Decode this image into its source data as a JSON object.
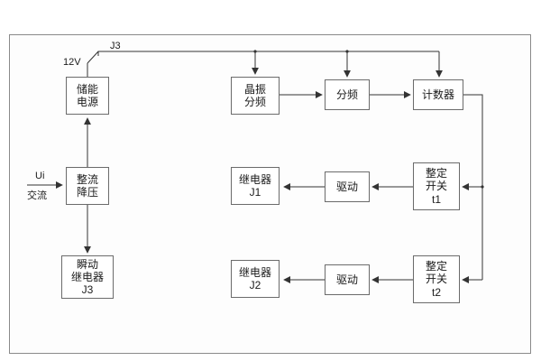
{
  "diagram": {
    "annotations": {
      "switch": "J3",
      "voltage": "12V",
      "input_signal": "Ui",
      "input_type": "交流"
    },
    "boxes": {
      "storage_power": {
        "lines": [
          "储能",
          "电源"
        ]
      },
      "rectifier": {
        "lines": [
          "整流",
          "降压"
        ]
      },
      "instant_relay": {
        "lines": [
          "瞬动",
          "继电器",
          "J3"
        ]
      },
      "crystal_divider": {
        "lines": [
          "晶振",
          "分频"
        ]
      },
      "divider": {
        "lines": [
          "分频"
        ]
      },
      "counter": {
        "lines": [
          "计数器"
        ]
      },
      "relay_j1": {
        "lines": [
          "继电器",
          "J1"
        ]
      },
      "drive_1": {
        "lines": [
          "驱动"
        ]
      },
      "setting_switch_t1": {
        "lines": [
          "整定",
          "开关",
          "t1"
        ]
      },
      "relay_j2": {
        "lines": [
          "继电器",
          "J2"
        ]
      },
      "drive_2": {
        "lines": [
          "驱动"
        ]
      },
      "setting_switch_t2": {
        "lines": [
          "整定",
          "开关",
          "t2"
        ]
      }
    },
    "colors": {
      "wire": "#333333",
      "box_border": "#6b6b6b",
      "frame_border": "#8a8a8a"
    }
  }
}
